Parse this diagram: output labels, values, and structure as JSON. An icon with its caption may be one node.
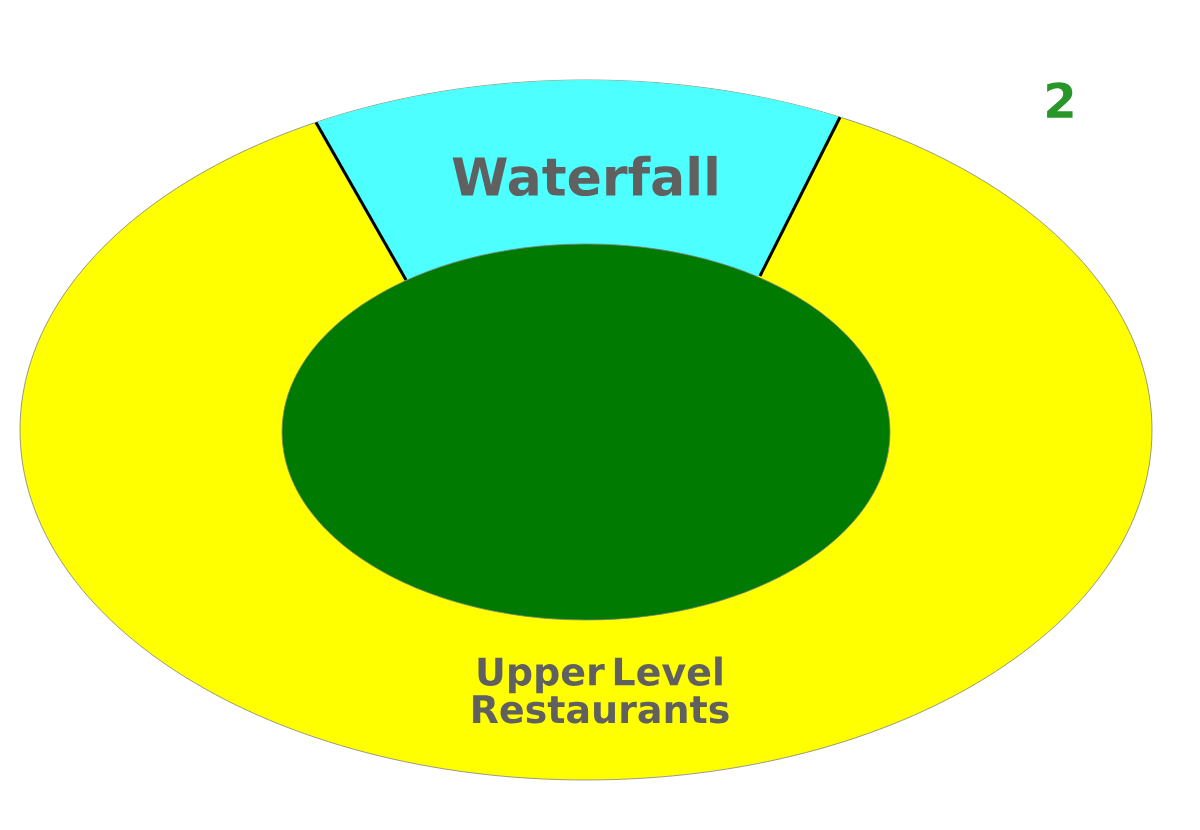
{
  "diagram": {
    "nodes": [
      {
        "text": [
          "Upper Level Restaurants"
        ]
      },
      {
        "text": [
          "Waterfall"
        ],
        "in": 0
      },
      {
        "text": [],
        "shape": "ellipse",
        "in": 0
      }
    ],
    "labels": [
      "2"
    ]
  }
}
